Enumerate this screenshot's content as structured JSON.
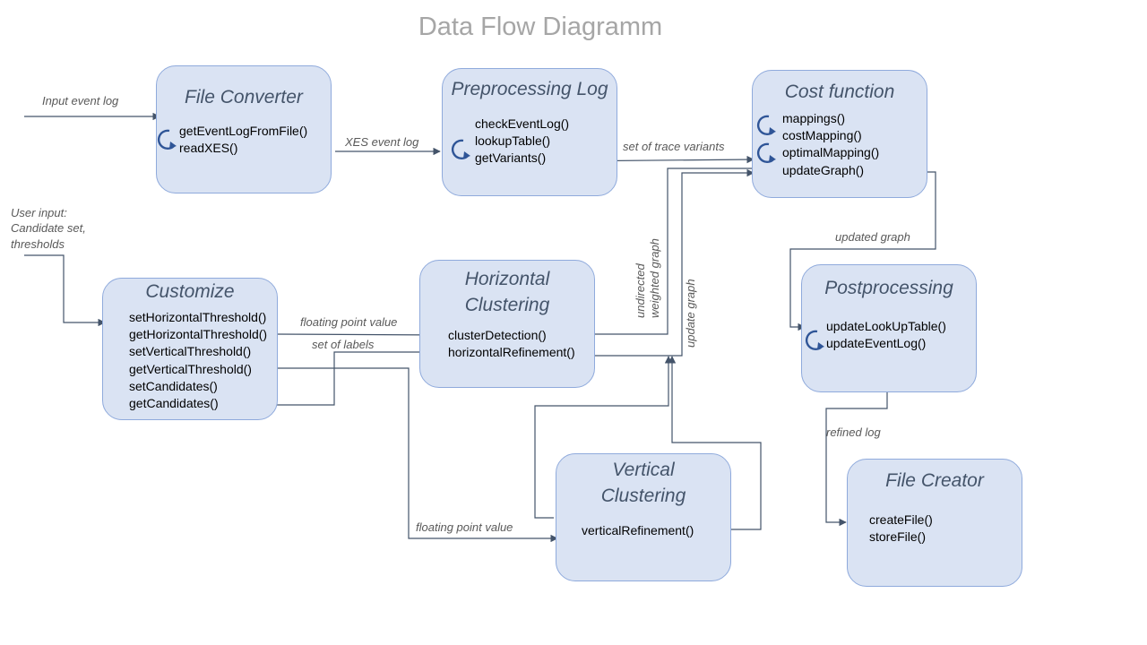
{
  "title": "Data Flow Diagramm",
  "nodes": {
    "file_converter": {
      "title": "File Converter",
      "methods": [
        "getEventLogFromFile()",
        "readXES()"
      ]
    },
    "preprocessing_log": {
      "title": "Preprocessing  Log",
      "methods": [
        "checkEventLog()",
        "lookupTable()",
        "getVariants()"
      ]
    },
    "cost_function": {
      "title": "Cost function",
      "methods": [
        "mappings()",
        "costMapping()",
        "optimalMapping()",
        "updateGraph()"
      ]
    },
    "customize": {
      "title": "Customize",
      "methods": [
        "setHorizontalThreshold()",
        "getHorizontalThreshold()",
        "setVerticalThreshold()",
        "getVerticalThreshold()",
        "setCandidates()",
        "getCandidates()"
      ]
    },
    "horizontal_clustering": {
      "title_line1": "Horizontal",
      "title_line2": "Clustering",
      "methods": [
        "clusterDetection()",
        "horizontalRefinement()"
      ]
    },
    "postprocessing": {
      "title": "Postprocessing",
      "methods": [
        "updateLookUpTable()",
        "updateEventLog()"
      ]
    },
    "vertical_clustering": {
      "title_line1": "Vertical",
      "title_line2": "Clustering",
      "methods": [
        "verticalRefinement()"
      ]
    },
    "file_creator": {
      "title": "File Creator",
      "methods": [
        "createFile()",
        "storeFile()"
      ]
    }
  },
  "edge_labels": {
    "input_event_log": "Input event log",
    "xes_event_log": "XES event log",
    "set_of_trace_variants": "set of trace variants",
    "user_input_line1": "User input:",
    "user_input_line2": "Candidate set,",
    "user_input_line3": "thresholds",
    "floating_point_value_1": "floating point value",
    "set_of_labels": "set of labels",
    "undirected_line1": "undirected",
    "undirected_line2": "weighted graph",
    "update_graph": "update graph",
    "updated_graph": "updated graph",
    "refined_log": "refined log",
    "floating_point_value_2": "floating point value"
  },
  "colors": {
    "box_fill": "#dae3f3",
    "box_border": "#8faadc",
    "title_text": "#44546a",
    "heading": "#a6a6a6",
    "connector": "#44546a",
    "loop_icon": "#2f5597"
  }
}
